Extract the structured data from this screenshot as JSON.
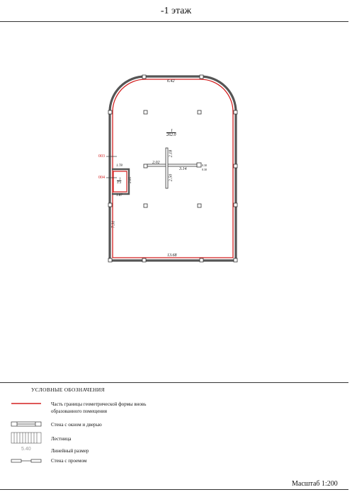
{
  "header": {
    "title": "-1 этаж"
  },
  "plan": {
    "room_number": "1",
    "room_area": "262.0",
    "small_room_number": "1",
    "small_room_area": "3.5",
    "dims": {
      "top": "6.42",
      "bottom": "13.68",
      "left": "7.31",
      "small_top": "1.78",
      "small_right": "2.05",
      "small_bottom": "1.87",
      "cross_left": "2.02",
      "cross_right": "3.14",
      "cross_up": "2.18",
      "cross_down": "2.50",
      "cross_end_a": "0.30",
      "cross_end_b": "0.30"
    },
    "markers": {
      "m1": "003",
      "m2": "004"
    }
  },
  "legend": {
    "title": "УСЛОВНЫЕ ОБОЗНАЧЕНИЯ",
    "items": [
      "Часть границы геометрической формы вновь образованного помещения",
      "Стена с окном и дверью",
      "Лестница",
      "Линейный размер",
      "Стена с проемом"
    ],
    "dim_sample": "5.40",
    "scale": "Масштаб 1:200"
  },
  "colors": {
    "boundary": "#d32020",
    "wall": "#333333"
  }
}
